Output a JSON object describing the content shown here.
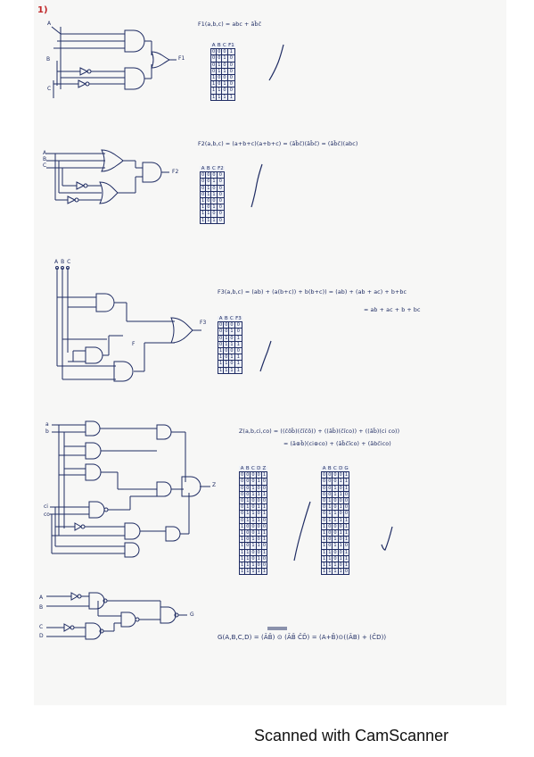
{
  "question_number": "1)",
  "footer": "Scanned with CamScanner",
  "circuits": {
    "c1": {
      "inputs": [
        "A",
        "B",
        "C"
      ],
      "output": "F1",
      "equation": "F1(a,b,c) = abc + āb̄c̄",
      "table": {
        "header": [
          "A",
          "B",
          "C",
          "F1"
        ],
        "rows": [
          [
            "0",
            "0",
            "0",
            "1"
          ],
          [
            "0",
            "0",
            "1",
            "0"
          ],
          [
            "0",
            "1",
            "0",
            "0"
          ],
          [
            "0",
            "1",
            "1",
            "0"
          ],
          [
            "1",
            "0",
            "0",
            "0"
          ],
          [
            "1",
            "0",
            "1",
            "0"
          ],
          [
            "1",
            "1",
            "0",
            "0"
          ],
          [
            "1",
            "1",
            "1",
            "1"
          ]
        ]
      }
    },
    "c2": {
      "inputs": [
        "A",
        "B",
        "C"
      ],
      "output": "F2",
      "equation": "F2(a,b,c) = (a+b+c)(a+b+c) = (āb̄c̄)(āb̄c̄) = (āb̄c̄)(abc)",
      "table": {
        "header": [
          "A",
          "B",
          "C",
          "F2"
        ],
        "rows": [
          [
            "0",
            "0",
            "0",
            "0"
          ],
          [
            "0",
            "0",
            "1",
            "0"
          ],
          [
            "0",
            "1",
            "0",
            "0"
          ],
          [
            "0",
            "1",
            "1",
            "0"
          ],
          [
            "1",
            "0",
            "0",
            "0"
          ],
          [
            "1",
            "0",
            "1",
            "0"
          ],
          [
            "1",
            "1",
            "0",
            "0"
          ],
          [
            "1",
            "1",
            "1",
            "0"
          ]
        ]
      }
    },
    "c3": {
      "inputs": [
        "A",
        "B",
        "C"
      ],
      "output": "F3",
      "inner_label": "F",
      "equation_line1": "F3(a,b,c) = (ab) + (a(b+c)) + b(b+c)) = (ab) + (ab + ac) + b+bc",
      "equation_line2": "= ab + ac + b + bc",
      "table": {
        "header": [
          "A",
          "B",
          "C",
          "F3"
        ],
        "rows": [
          [
            "0",
            "0",
            "0",
            "0"
          ],
          [
            "0",
            "0",
            "1",
            "0"
          ],
          [
            "0",
            "1",
            "0",
            "1"
          ],
          [
            "0",
            "1",
            "1",
            "1"
          ],
          [
            "1",
            "0",
            "0",
            "0"
          ],
          [
            "1",
            "0",
            "1",
            "1"
          ],
          [
            "1",
            "1",
            "0",
            "1"
          ],
          [
            "1",
            "1",
            "1",
            "1"
          ]
        ]
      }
    },
    "c4": {
      "inputs": [
        "a",
        "b",
        "ci",
        "co"
      ],
      "output": "Z",
      "equation_line1": "Z(a,b,ci,co) = ((c̄ōb̄)(c̄īc̄ō)) + ((āb̄)(c̄īco)) + ((āb̄)(ci co))",
      "equation_line2": "= (ā⊕b̄)(ci⊕co) + (āb̄c̄īco) + (ābc̄ico)",
      "table": {
        "header": [
          "A",
          "B",
          "C",
          "D",
          "Z"
        ],
        "rows": [
          [
            "0",
            "0",
            "0",
            "0",
            "1"
          ],
          [
            "0",
            "0",
            "0",
            "1",
            "0"
          ],
          [
            "0",
            "0",
            "1",
            "0",
            "0"
          ],
          [
            "0",
            "0",
            "1",
            "1",
            "1"
          ],
          [
            "0",
            "1",
            "0",
            "0",
            "0"
          ],
          [
            "0",
            "1",
            "0",
            "1",
            "1"
          ],
          [
            "0",
            "1",
            "1",
            "0",
            "1"
          ],
          [
            "0",
            "1",
            "1",
            "1",
            "0"
          ],
          [
            "1",
            "0",
            "0",
            "0",
            "0"
          ],
          [
            "1",
            "0",
            "0",
            "1",
            "1"
          ],
          [
            "1",
            "0",
            "1",
            "0",
            "1"
          ],
          [
            "1",
            "0",
            "1",
            "1",
            "0"
          ],
          [
            "1",
            "1",
            "0",
            "0",
            "1"
          ],
          [
            "1",
            "1",
            "0",
            "1",
            "0"
          ],
          [
            "1",
            "1",
            "1",
            "0",
            "0"
          ],
          [
            "1",
            "1",
            "1",
            "1",
            "1"
          ]
        ]
      }
    },
    "c5": {
      "inputs": [
        "A",
        "B",
        "C",
        "D"
      ],
      "output": "G",
      "equation": "G(A,B,C,D) = (ĀB̄) ⊙ (ĀB̄ C̄D̄) = (A+B̄)⊙((ĀB) + (C̄D))",
      "table": {
        "header": [
          "A",
          "B",
          "C",
          "D",
          "G"
        ],
        "rows": [
          [
            "0",
            "0",
            "0",
            "0",
            "1"
          ],
          [
            "0",
            "0",
            "0",
            "1",
            "1"
          ],
          [
            "0",
            "0",
            "1",
            "0",
            "1"
          ],
          [
            "0",
            "0",
            "1",
            "1",
            "0"
          ],
          [
            "0",
            "1",
            "0",
            "0",
            "0"
          ],
          [
            "0",
            "1",
            "0",
            "1",
            "0"
          ],
          [
            "0",
            "1",
            "1",
            "0",
            "0"
          ],
          [
            "0",
            "1",
            "1",
            "1",
            "1"
          ],
          [
            "1",
            "0",
            "0",
            "0",
            "1"
          ],
          [
            "1",
            "0",
            "0",
            "1",
            "1"
          ],
          [
            "1",
            "0",
            "1",
            "0",
            "1"
          ],
          [
            "1",
            "0",
            "1",
            "1",
            "0"
          ],
          [
            "1",
            "1",
            "0",
            "0",
            "1"
          ],
          [
            "1",
            "1",
            "0",
            "1",
            "1"
          ],
          [
            "1",
            "1",
            "1",
            "0",
            "1"
          ],
          [
            "1",
            "1",
            "1",
            "1",
            "0"
          ]
        ]
      }
    }
  }
}
